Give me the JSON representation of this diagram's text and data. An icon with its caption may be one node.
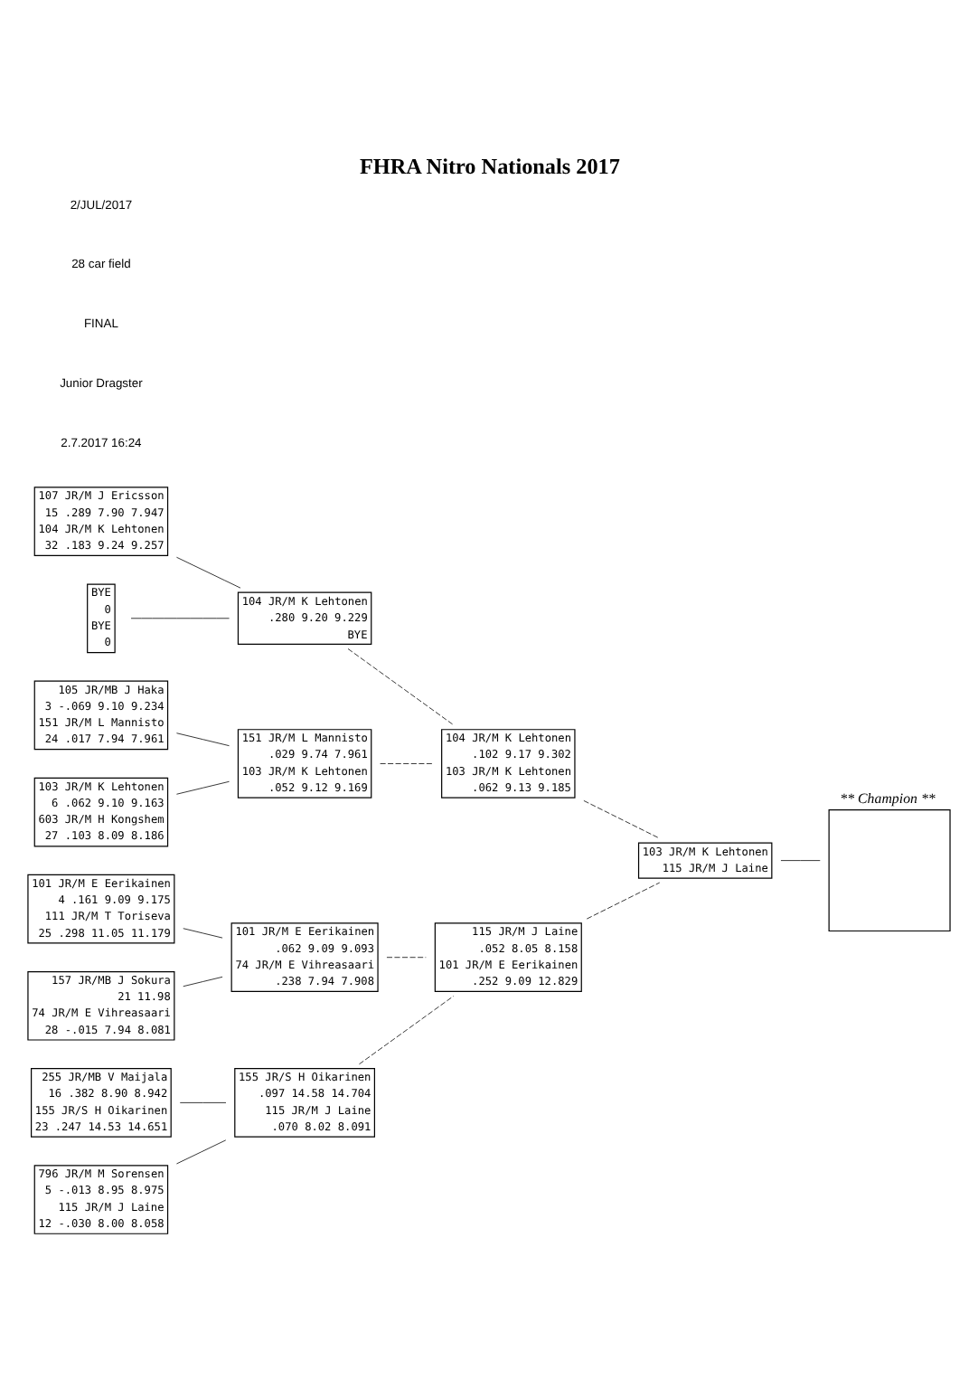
{
  "diagram": {
    "title": "FHRA Nitro Nationals 2017",
    "nodes": [
      {
        "text": [
          "107 JR/M J Ericsson",
          "15 .289 7.90 7.947",
          "104 JR/M K Lehtonen",
          "32 .183 9.24 9.257"
        ]
      },
      {
        "text": [
          "BYE",
          "0",
          "BYE",
          "0"
        ]
      },
      {
        "text": [
          "105 JR/MB J Haka",
          "3 -.069 9.10 9.234",
          "151 JR/M L Mannisto",
          "24 .017 7.94 7.961"
        ]
      },
      {
        "text": [
          "103 JR/M K Lehtonen",
          "6 .062 9.10 9.163",
          "603 JR/M H Kongshem",
          "27 .103 8.09 8.186"
        ]
      },
      {
        "text": [
          "255 JR/MB V Maijala",
          "16 .382 8.90 8.942",
          "155 JR/S H Oikarinen",
          "23 .247 14.53 14.651"
        ]
      },
      {
        "text": [
          "796 JR/M M Sorensen",
          "5 -.013 8.95 8.975",
          "115 JR/M J Laine",
          "12 -.030 8.00 8.058"
        ]
      },
      {
        "text": [
          "101 JR/M E Eerikainen",
          "4 .161 9.09 9.175",
          "111 JR/M T Toriseva",
          "25 .298 11.05 11.179"
        ]
      },
      {
        "text": [
          "157 JR/MB J Sokura",
          "21 11.98",
          "74 JR/M E Vihreasaari",
          "28 -.015 7.94 8.081"
        ]
      },
      {
        "text": [
          "104 JR/M K Lehtonen",
          ".280 9.20 9.229",
          "BYE"
        ]
      },
      {
        "text": [
          "151 JR/M L Mannisto",
          ".029 9.74 7.961",
          "103 JR/M K Lehtonen",
          ".052 9.12 9.169"
        ]
      },
      {
        "text": [
          "155 JR/S H Oikarinen",
          ".097 14.58 14.704",
          "115 JR/M J Laine",
          ".070 8.02 8.091"
        ]
      },
      {
        "text": [
          "101 JR/M E Eerikainen",
          ".062 9.09 9.093",
          "74 JR/M E Vihreasaari",
          ".238 7.94 7.908"
        ]
      },
      {
        "text": [
          "104 JR/M K Lehtonen",
          ".102 9.17 9.302",
          "103 JR/M K Lehtonen",
          ".062 9.13 9.185"
        ]
      },
      {
        "text": [
          "115 JR/M J Laine",
          ".052 8.05 8.158",
          "101 JR/M E Eerikainen",
          ".252 9.09 12.829"
        ]
      },
      {
        "text": [
          "103 JR/M K Lehtonen",
          "115 JR/M J Laine"
        ]
      },
      {
        "text": [
          "** Champion **"
        ]
      }
    ],
    "edges": [
      {
        "from": 0,
        "to": 8,
        "arrow": "none"
      },
      {
        "from": 1,
        "to": 8,
        "arrow": "none"
      },
      {
        "from": 2,
        "to": 9,
        "arrow": "none"
      },
      {
        "from": 3,
        "to": 9,
        "arrow": "none"
      },
      {
        "from": 4,
        "to": 10,
        "arrow": "none"
      },
      {
        "from": 5,
        "to": 10,
        "arrow": "none"
      },
      {
        "from": 6,
        "to": 11,
        "arrow": "none"
      },
      {
        "from": 7,
        "to": 11,
        "arrow": "none"
      },
      {
        "from": 8,
        "to": 12,
        "arrow": "none",
        "style": "dashed"
      },
      {
        "from": 9,
        "to": 12,
        "arrow": "none",
        "style": "dashed"
      },
      {
        "from": 10,
        "to": 13,
        "arrow": "none",
        "style": "dashed"
      },
      {
        "from": 11,
        "to": 13,
        "arrow": "none",
        "style": "dashed"
      },
      {
        "from": 12,
        "to": 14,
        "arrow": "none",
        "style": "dashed"
      },
      {
        "from": 13,
        "to": 14,
        "arrow": "none",
        "style": "dashed"
      },
      {
        "from": 14,
        "to": 15,
        "arrow": "none"
      }
    ],
    "labels": [
      "2/JUL/2017",
      "28 car field",
      "FINAL",
      "Junior Dragster",
      "2.7.2017 16:24"
    ]
  }
}
